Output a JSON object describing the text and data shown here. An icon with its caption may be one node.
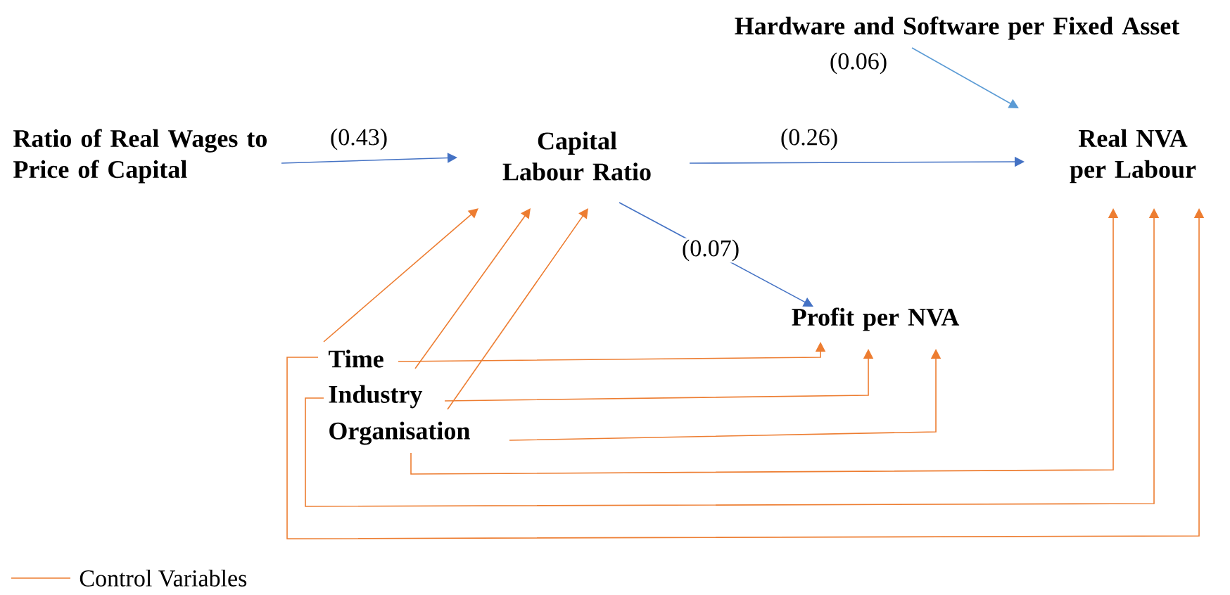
{
  "diagram": {
    "nodes": [
      {
        "text": [
          "Ratio of Real Wages to Price of Capital"
        ]
      },
      {
        "text": [
          "Capital Labour Ratio"
        ]
      },
      {
        "text": [
          "Hardware and Software per Fixed Asset"
        ]
      },
      {
        "text": [
          "Real NVA per Labour"
        ]
      },
      {
        "text": [
          "Profit per NVA"
        ]
      },
      {
        "text": [
          "Time"
        ]
      },
      {
        "text": [
          "Industry"
        ]
      },
      {
        "text": [
          "Organisation"
        ]
      }
    ],
    "edges": [
      {
        "from": 0,
        "to": 1,
        "arrow": "to",
        "label": "(0.43)",
        "color": "#4472c4"
      },
      {
        "from": 1,
        "to": 3,
        "arrow": "to",
        "label": "(0.26)",
        "color": "#4472c4"
      },
      {
        "from": 2,
        "to": 3,
        "arrow": "to",
        "label": "(0.06)",
        "color": "#5b9bd5"
      },
      {
        "from": 1,
        "to": 4,
        "arrow": "to",
        "label": "(0.07)",
        "color": "#4472c4"
      },
      {
        "from": 5,
        "to": 1,
        "arrow": "to"
      },
      {
        "from": 6,
        "to": 1,
        "arrow": "to"
      },
      {
        "from": 7,
        "to": 1,
        "arrow": "to"
      },
      {
        "from": 5,
        "to": 4,
        "arrow": "to"
      },
      {
        "from": 6,
        "to": 4,
        "arrow": "to"
      },
      {
        "from": 7,
        "to": 4,
        "arrow": "to"
      },
      {
        "from": 7,
        "to": 3,
        "arrow": "to"
      },
      {
        "from": 6,
        "to": 3,
        "arrow": "to"
      },
      {
        "from": 5,
        "to": 3,
        "arrow": "to"
      }
    ],
    "legend": [
      {
        "text": "Control Variables"
      }
    ]
  }
}
